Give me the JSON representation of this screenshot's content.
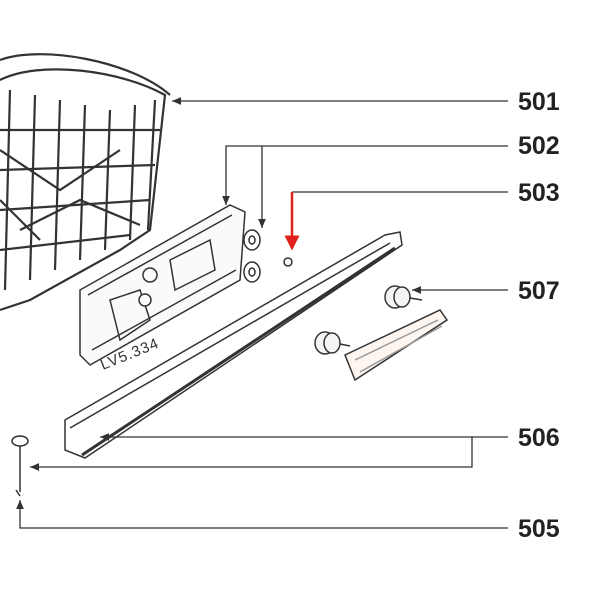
{
  "callouts": [
    {
      "id": "501",
      "label": "501"
    },
    {
      "id": "502",
      "label": "502"
    },
    {
      "id": "503",
      "label": "503"
    },
    {
      "id": "507",
      "label": "507"
    },
    {
      "id": "506",
      "label": "506"
    },
    {
      "id": "505",
      "label": "505"
    }
  ],
  "part_marking": "LV5.334",
  "colors": {
    "highlight_arrow": "#e0201b",
    "line": "#333333"
  }
}
